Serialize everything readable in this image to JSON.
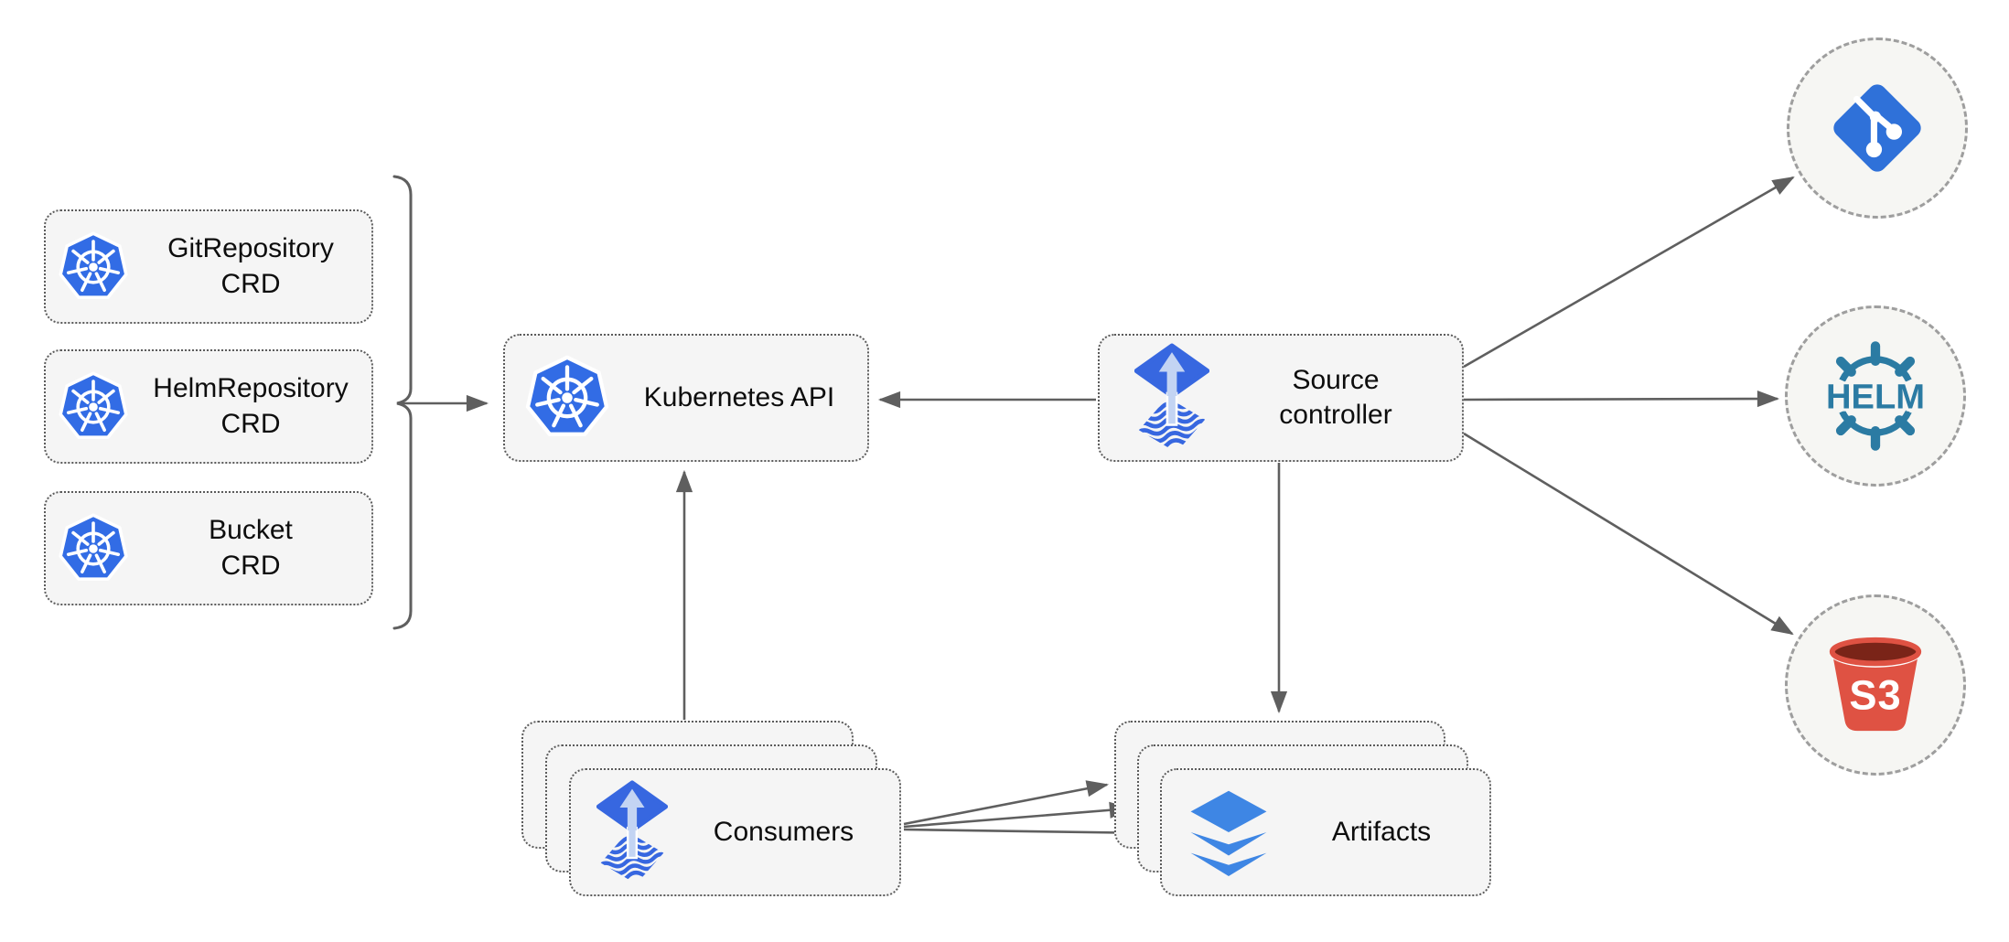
{
  "colors": {
    "kubernetes_blue": "#326CE5",
    "flux_blue": "#3767E0",
    "flux_arrow_light": "#C3D4F3",
    "git_blue": "#2F71D9",
    "helm_teal": "#2B7BA3",
    "s3_red": "#DF5243",
    "s3_dark_red": "#7A2418",
    "layers_blue": "#3E86E4",
    "connector_gray": "#5F5F5F",
    "node_fill": "#F5F5F5",
    "node_border": "#5B5B5B",
    "circle_fill": "#F6F6F3",
    "circle_border": "#9E9E9E",
    "label_color": "#0D0D0D"
  },
  "crd_group": {
    "items": [
      {
        "label": "GitRepository",
        "sublabel": "CRD",
        "icon": "kubernetes-icon"
      },
      {
        "label": "HelmRepository",
        "sublabel": "CRD",
        "icon": "kubernetes-icon"
      },
      {
        "label": "Bucket",
        "sublabel": "CRD",
        "icon": "kubernetes-icon"
      }
    ]
  },
  "nodes": {
    "kubernetes_api": {
      "label": "Kubernetes API",
      "icon": "kubernetes-icon"
    },
    "source_controller": {
      "label": "Source controller",
      "icon": "flux-icon"
    },
    "consumers": {
      "label": "Consumers",
      "icon": "flux-icon",
      "stacked": 3
    },
    "artifacts": {
      "label": "Artifacts",
      "icon": "layers-icon",
      "stacked": 3
    }
  },
  "external_sources": {
    "git": {
      "icon": "git-icon"
    },
    "helm": {
      "icon": "helm-icon",
      "label": "HELM"
    },
    "s3": {
      "icon": "s3-icon",
      "label": "S3"
    }
  }
}
